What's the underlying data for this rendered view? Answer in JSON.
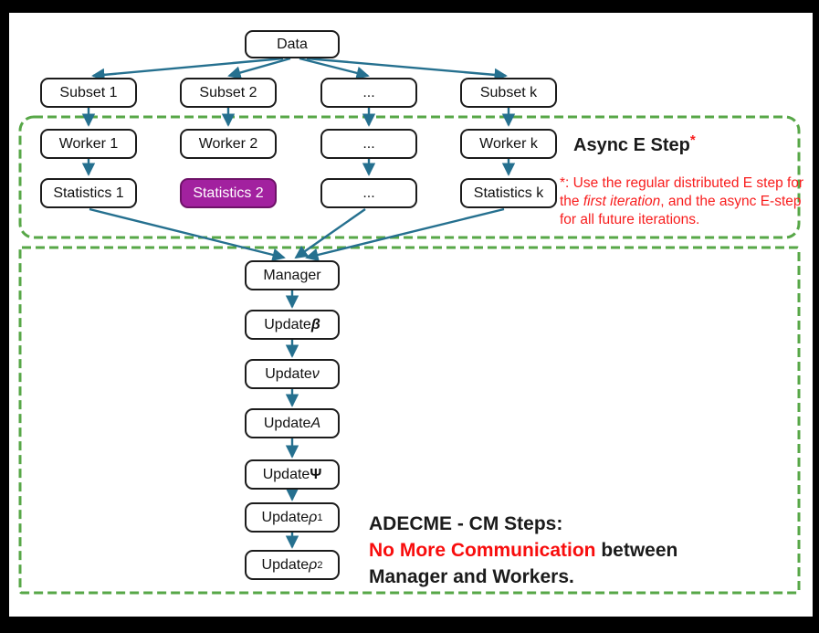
{
  "nodes": {
    "data": "Data",
    "manager": "Manager",
    "columns": [
      {
        "subset": "Subset 1",
        "worker": "Worker 1",
        "stats": "Statistics 1"
      },
      {
        "subset": "Subset 2",
        "worker": "Worker 2",
        "stats": "Statistics 2"
      },
      {
        "subset": "...",
        "worker": "...",
        "stats": "..."
      },
      {
        "subset": "Subset k",
        "worker": "Worker k",
        "stats": "Statistics k"
      }
    ],
    "cm_steps": [
      {
        "prefix": "Update ",
        "symbol": "β",
        "sub": ""
      },
      {
        "prefix": "Update ",
        "symbol": "ν",
        "sub": ""
      },
      {
        "prefix": "Update ",
        "symbol": "A",
        "sub": ""
      },
      {
        "prefix": "Update ",
        "symbol": "Ψ",
        "sub": ""
      },
      {
        "prefix": "Update ",
        "symbol": "ρ",
        "sub": "1"
      },
      {
        "prefix": "Update ",
        "symbol": "ρ",
        "sub": "2"
      }
    ]
  },
  "annotations": {
    "async_step": {
      "title": "Async E Step",
      "asterisk": "*"
    },
    "footnote": {
      "lead": "*: Use the regular distributed E step for the ",
      "italic": "first iteration",
      "tail": ", and the async E-step for all future iterations."
    },
    "cm_note": {
      "line1": "ADECME - CM Steps:",
      "red": "No More Communication",
      "after_red": " between",
      "line3": "Manager and Workers."
    }
  },
  "colors": {
    "arrow": "#25708F",
    "dashed_border": "#57A747",
    "highlight_fill": "#A2219F",
    "note_red": "#F81D1D",
    "box_border": "#1B1B1B"
  }
}
